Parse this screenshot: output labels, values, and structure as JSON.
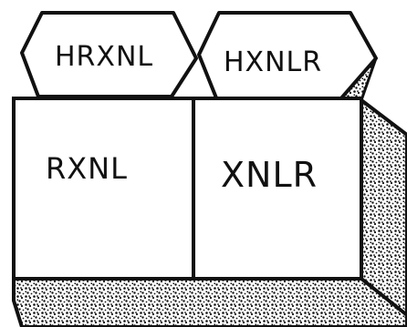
{
  "colors": {
    "ink": "#111111",
    "paper": "#ffffff"
  },
  "hexagons": {
    "left_label": "HRXNL",
    "right_label": "HXNLR"
  },
  "boxes": {
    "left_label": "RXNL",
    "right_label": "XNLR"
  }
}
